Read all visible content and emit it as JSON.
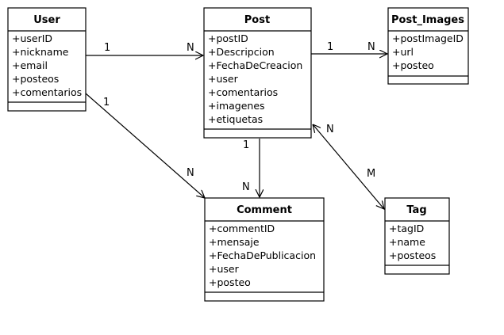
{
  "classes": {
    "user": {
      "title": "User",
      "attributes": [
        "+userID",
        "+nickname",
        "+email",
        "+posteos",
        "+comentarios"
      ]
    },
    "post": {
      "title": "Post",
      "attributes": [
        "+postID",
        "+Descripcion",
        "+FechaDeCreacion",
        "+user",
        "+comentarios",
        "+imagenes",
        "+etiquetas"
      ]
    },
    "post_images": {
      "title": "Post_Images",
      "attributes": [
        "+postImageID",
        "+url",
        "+posteo"
      ]
    },
    "comment": {
      "title": "Comment",
      "attributes": [
        "+commentID",
        "+mensaje",
        "+FechaDePublicacion",
        "+user",
        "+posteo"
      ]
    },
    "tag": {
      "title": "Tag",
      "attributes": [
        "+tagID",
        "+name",
        "+posteos"
      ]
    }
  },
  "multiplicities": {
    "user_post_source": "1",
    "user_post_target": "N",
    "post_images_source": "1",
    "post_images_target": "N",
    "user_comment_source": "1",
    "user_comment_target": "N",
    "post_comment_source": "1",
    "post_comment_target": "N",
    "post_tag_near_post": "N",
    "post_tag_near_tag": "M"
  }
}
